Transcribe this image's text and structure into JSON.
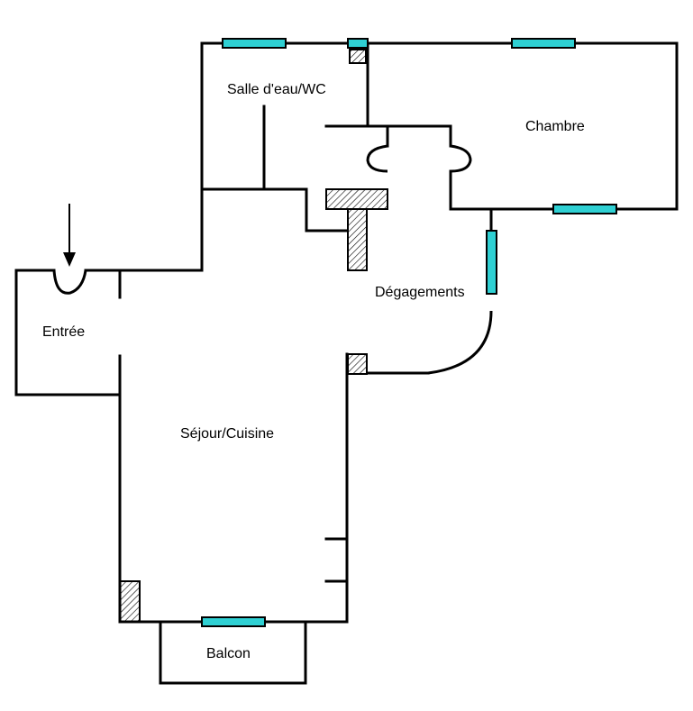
{
  "floor_plan": {
    "rooms": {
      "salle_eau": "Salle d'eau/WC",
      "chambre": "Chambre",
      "entree": "Entrée",
      "degagements": "Dégagements",
      "sejour": "Séjour/Cuisine",
      "balcon": "Balcon"
    },
    "colors": {
      "wall": "#000000",
      "window": "#2fd0d3",
      "background": "#ffffff"
    }
  }
}
